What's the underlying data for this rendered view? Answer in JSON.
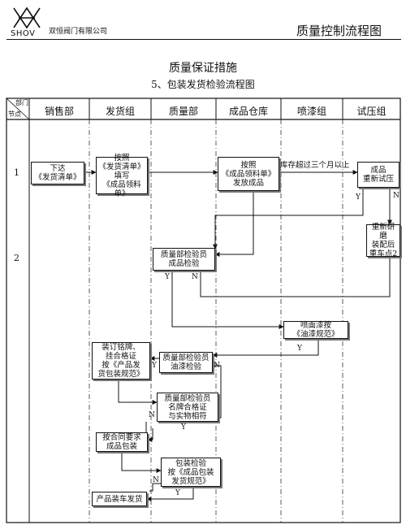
{
  "header": {
    "logo_text": "SHOV",
    "company": "双恒阀门有限公司",
    "doc_title": "质量控制流程图"
  },
  "titles": {
    "main": "质量保证措施",
    "sub": "5、包装发货检验流程图"
  },
  "corner": {
    "top": "部门",
    "bottom": "节点"
  },
  "lanes": [
    "销售部",
    "发货组",
    "质量部",
    "成品仓库",
    "喷漆组",
    "试压组"
  ],
  "nodes": [
    "1",
    "2"
  ],
  "boxes": {
    "b1": "下达\n《发货清单》",
    "b2": "按照\n《发货清单》\n填写\n《成品领料单》",
    "b3": "按照\n《成品领料单》\n发放成品",
    "b4": "成品\n重新试压",
    "b5": "重新研磨\n装配后\n重车点2",
    "b6": "质量部检验员\n成品检验",
    "b7": "喷面漆按\n《油漆规范》",
    "b8": "装订铭牌、\n挂合格证\n按《产品发\n货包装规范》",
    "b9": "质量部检验员\n油漆检验",
    "b10": "质量部检验员\n名牌合格证\n与实物相符",
    "b11": "按合同要求\n成品包装",
    "b12": "包装检验\n按《成品包装\n发货规范》",
    "b13": "产品装车发货"
  },
  "labels": {
    "storage": "库存超过三个月以上",
    "y": "Y",
    "n": "N"
  }
}
